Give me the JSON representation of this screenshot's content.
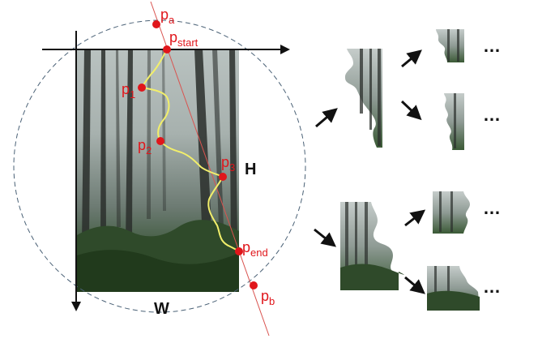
{
  "labels": {
    "pa_base": "p",
    "pa_sub": "a",
    "pstart_base": "p",
    "pstart_sub": "start",
    "p1_base": "p",
    "p1_sub": "1",
    "p2_base": "p",
    "p2_sub": "2",
    "p3_base": "p",
    "p3_sub": "3",
    "pend_base": "p",
    "pend_sub": "end",
    "pb_base": "p",
    "pb_sub": "b",
    "height": "H",
    "width": "W"
  },
  "ellipsis": [
    "…",
    "…",
    "…",
    "…"
  ],
  "colors": {
    "point": "#e0161b",
    "cut_line": "#d9534f",
    "path": "#f2ef6b",
    "circle": "#4a6176",
    "axes": "#111111"
  },
  "icons": [
    "arrow-icon"
  ]
}
